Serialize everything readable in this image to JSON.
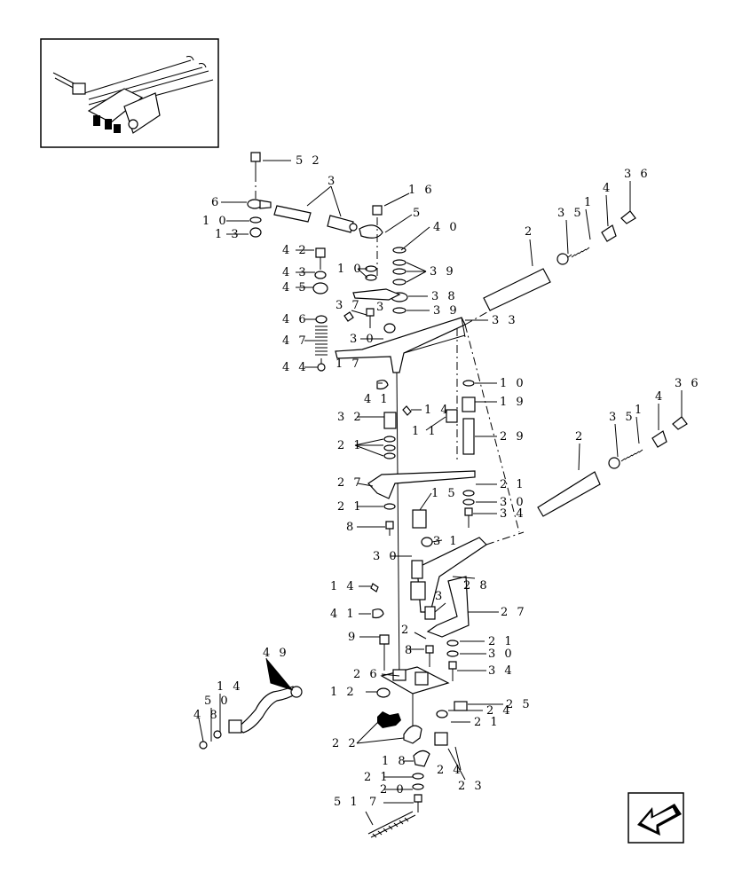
{
  "callouts": [
    {
      "id": "c52",
      "text": "5 2"
    },
    {
      "id": "c3",
      "text": "3"
    },
    {
      "id": "c6",
      "text": "6"
    },
    {
      "id": "c16",
      "text": "1 6"
    },
    {
      "id": "c10a",
      "text": "1 0"
    },
    {
      "id": "c5",
      "text": "5"
    },
    {
      "id": "c13",
      "text": "1 3"
    },
    {
      "id": "c40",
      "text": "4 0"
    },
    {
      "id": "c42",
      "text": "4 2"
    },
    {
      "id": "c10b",
      "text": "1 0"
    },
    {
      "id": "c39a",
      "text": "3 9"
    },
    {
      "id": "c43",
      "text": "4 3"
    },
    {
      "id": "c45",
      "text": "4 5"
    },
    {
      "id": "c38",
      "text": "3 8"
    },
    {
      "id": "c37",
      "text": "3 7"
    },
    {
      "id": "c3b",
      "text": "3"
    },
    {
      "id": "c39b",
      "text": "3 9"
    },
    {
      "id": "c46",
      "text": "4 6"
    },
    {
      "id": "c47",
      "text": "4 7"
    },
    {
      "id": "c30a",
      "text": "3 0"
    },
    {
      "id": "c33",
      "text": "3 3"
    },
    {
      "id": "c17",
      "text": "1 7"
    },
    {
      "id": "c44",
      "text": "4 4"
    },
    {
      "id": "c41a",
      "text": "4 1"
    },
    {
      "id": "c10c",
      "text": "1 0"
    },
    {
      "id": "c14a",
      "text": "1 4"
    },
    {
      "id": "c19",
      "text": "1 9"
    },
    {
      "id": "c32",
      "text": "3 2"
    },
    {
      "id": "c11",
      "text": "1 1"
    },
    {
      "id": "c29",
      "text": "2 9"
    },
    {
      "id": "c21a",
      "text": "2 1"
    },
    {
      "id": "c27a",
      "text": "2 7"
    },
    {
      "id": "c21b",
      "text": "2 1"
    },
    {
      "id": "c15",
      "text": "1 5"
    },
    {
      "id": "c21c",
      "text": "2 1"
    },
    {
      "id": "c30b",
      "text": "3 0"
    },
    {
      "id": "c8a",
      "text": "8"
    },
    {
      "id": "c34a",
      "text": "3 4"
    },
    {
      "id": "c31",
      "text": "3 1"
    },
    {
      "id": "c30c",
      "text": "3 0"
    },
    {
      "id": "c28",
      "text": "2 8"
    },
    {
      "id": "c14b",
      "text": "1 4"
    },
    {
      "id": "c3c",
      "text": "3"
    },
    {
      "id": "c27b",
      "text": "2 7"
    },
    {
      "id": "c41b",
      "text": "4 1"
    },
    {
      "id": "c9",
      "text": "9"
    },
    {
      "id": "c2a",
      "text": "2"
    },
    {
      "id": "c21d",
      "text": "2 1"
    },
    {
      "id": "c8b",
      "text": "8"
    },
    {
      "id": "c30d",
      "text": "3 0"
    },
    {
      "id": "c49",
      "text": "4 9"
    },
    {
      "id": "c26",
      "text": "2 6"
    },
    {
      "id": "c34b",
      "text": "3 4"
    },
    {
      "id": "c12",
      "text": "1 2"
    },
    {
      "id": "c14c",
      "text": "1 4"
    },
    {
      "id": "c25",
      "text": "2 5"
    },
    {
      "id": "c50",
      "text": "5 0"
    },
    {
      "id": "c24a",
      "text": "2 4"
    },
    {
      "id": "c48",
      "text": "4 8"
    },
    {
      "id": "c21e",
      "text": "2 1"
    },
    {
      "id": "c22",
      "text": "2 2"
    },
    {
      "id": "c18",
      "text": "1 8"
    },
    {
      "id": "c24b",
      "text": "2 4"
    },
    {
      "id": "c21f",
      "text": "2 1"
    },
    {
      "id": "c23",
      "text": "2 3"
    },
    {
      "id": "c20",
      "text": "2 0"
    },
    {
      "id": "c51",
      "text": "5 1"
    },
    {
      "id": "c7",
      "text": "7"
    },
    {
      "id": "c2top",
      "text": "2"
    },
    {
      "id": "c35a",
      "text": "3 5"
    },
    {
      "id": "c1a",
      "text": "1"
    },
    {
      "id": "c4a",
      "text": "4"
    },
    {
      "id": "c36a",
      "text": "3 6"
    },
    {
      "id": "c2bot",
      "text": "2"
    },
    {
      "id": "c35b",
      "text": "3 5"
    },
    {
      "id": "c1b",
      "text": "1"
    },
    {
      "id": "c4b",
      "text": "4"
    },
    {
      "id": "c36b",
      "text": "3 6"
    }
  ]
}
